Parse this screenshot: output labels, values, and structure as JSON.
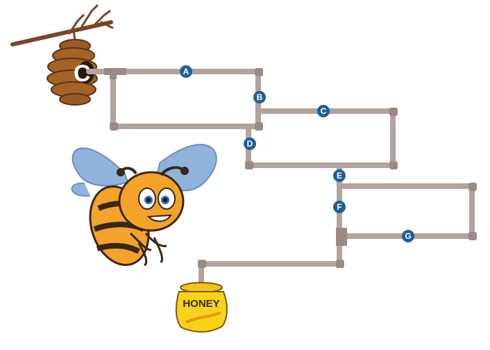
{
  "hive": {
    "label": "C"
  },
  "jar": {
    "label": "HONEY"
  },
  "markers": [
    "A",
    "B",
    "C",
    "D",
    "E",
    "F",
    "G"
  ],
  "colors": {
    "pipe": "#b3a39d",
    "pipe_joint": "#9a8a84",
    "marker": "#1f5e9a",
    "hive": "#a0612a",
    "bee_body": "#f4a22a",
    "bee_stripe": "#3a2516",
    "wing": "#8fb3db",
    "honey": "#f7d21a"
  },
  "icons": [
    "branch-icon",
    "beehive-icon",
    "bee-icon",
    "honey-jar-icon"
  ]
}
